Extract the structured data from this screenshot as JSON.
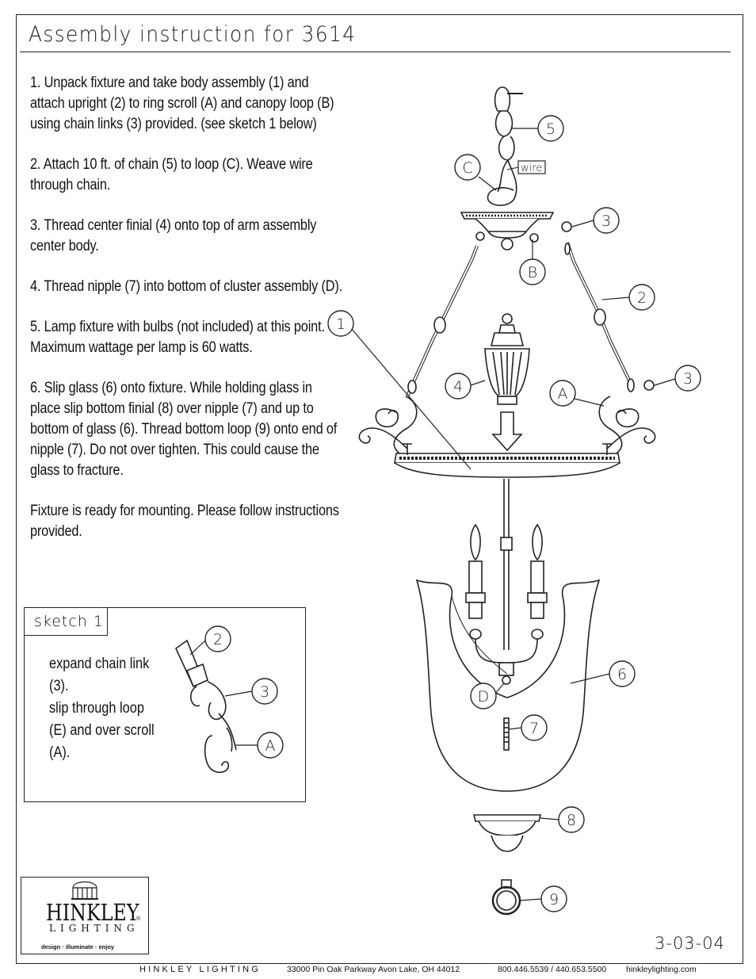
{
  "title": "Assembly instruction for 3614",
  "steps": [
    "1. Unpack fixture and take body assembly (1) and attach upright (2) to ring scroll (A) and canopy loop (B) using chain links (3) provided. (see sketch 1 below)",
    "2. Attach 10 ft. of chain (5) to loop (C). Weave wire through chain.",
    "3. Thread center finial (4) onto top of arm assembly center body.",
    "4. Thread nipple (7) into bottom of cluster assembly (D).",
    "5. Lamp fixture with bulbs (not included) at this point. Maximum wattage per lamp is 60 watts.",
    "6. Slip glass (6) onto fixture. While holding glass in place slip bottom finial (8) over nipple (7) and up to bottom of glass (6). Thread bottom loop (9) onto end of nipple (7). Do not over tighten. This could cause the glass to fracture.",
    "Fixture is ready for mounting. Please follow instructions provided."
  ],
  "sketch": {
    "label": "sketch 1",
    "lines": [
      "expand chain link",
      "(3).",
      "slip through loop",
      "(E) and over scroll",
      "(A)."
    ],
    "callouts": [
      "2",
      "3",
      "A"
    ]
  },
  "diagram": {
    "wire_label": "wire",
    "callouts": [
      "5",
      "C",
      "3",
      "B",
      "2",
      "1",
      "3",
      "4",
      "A",
      "6",
      "D",
      "7",
      "8",
      "9"
    ]
  },
  "logo": {
    "name": "HINKLEY",
    "sub": "LIGHTING",
    "tagline": "design · illuminate · enjoy",
    "reg": "®"
  },
  "date": "3-03-04",
  "footer": {
    "brand": "HINKLEY LIGHTING",
    "address": "33000 Pin Oak Parkway   Avon Lake, OH  44012",
    "phone": "800.446.5539 / 440.653.5500",
    "web": "hinkleylighting.com"
  }
}
